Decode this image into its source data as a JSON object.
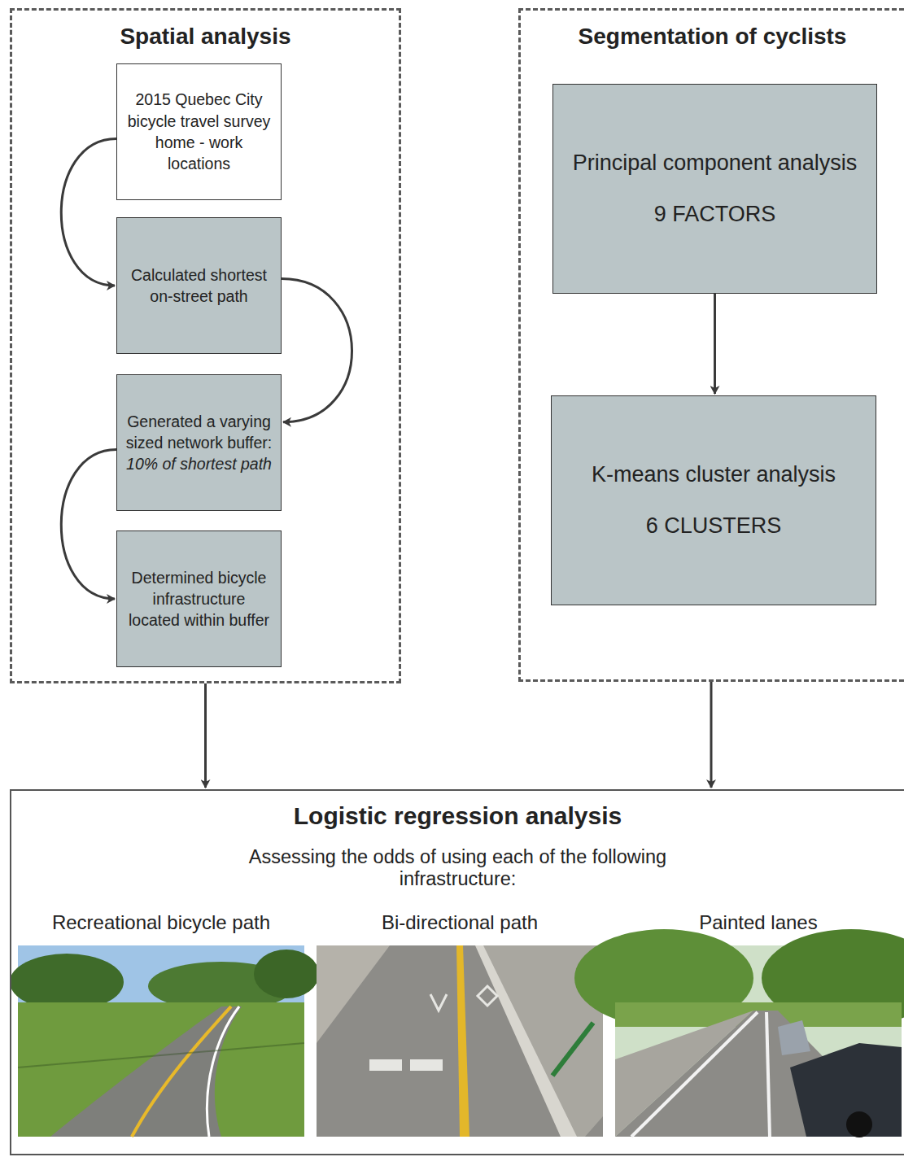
{
  "diagram": {
    "nodes": [
      {
        "text": [
          "Spatial analysis"
        ]
      },
      {
        "text": [
          "2015 Quebec City bicycle travel survey home - work locations"
        ],
        "in": 0
      },
      {
        "text": [
          "Calculated shortest on-street path"
        ],
        "in": 0
      },
      {
        "text": [
          "Generated a varying sized network buffer:",
          "10% of shortest path"
        ],
        "in": 0
      },
      {
        "text": [
          "Determined bicycle infrastructure located within buffer"
        ],
        "in": 0
      },
      {
        "text": [
          "Segmentation of cyclists"
        ]
      },
      {
        "text": [
          "Principal component analysis",
          "9 FACTORS"
        ],
        "in": 5
      },
      {
        "text": [
          "K-means cluster analysis",
          "6 CLUSTERS"
        ],
        "in": 5
      },
      {
        "text": [
          "Logistic regression analysis",
          "Assessing the odds of using each of the following infrastructure:"
        ]
      }
    ],
    "edges": [
      {
        "from": 1,
        "to": 2,
        "arrow": "to"
      },
      {
        "from": 2,
        "to": 3,
        "arrow": "to"
      },
      {
        "from": 3,
        "to": 4,
        "arrow": "to"
      },
      {
        "from": 6,
        "to": 7,
        "arrow": "to"
      },
      {
        "from": 0,
        "to": 8,
        "arrow": "to"
      },
      {
        "from": 5,
        "to": 8,
        "arrow": "to"
      }
    ],
    "labels": [
      "Recreational bicycle path",
      "Bi-directional path",
      "Painted lanes"
    ]
  }
}
